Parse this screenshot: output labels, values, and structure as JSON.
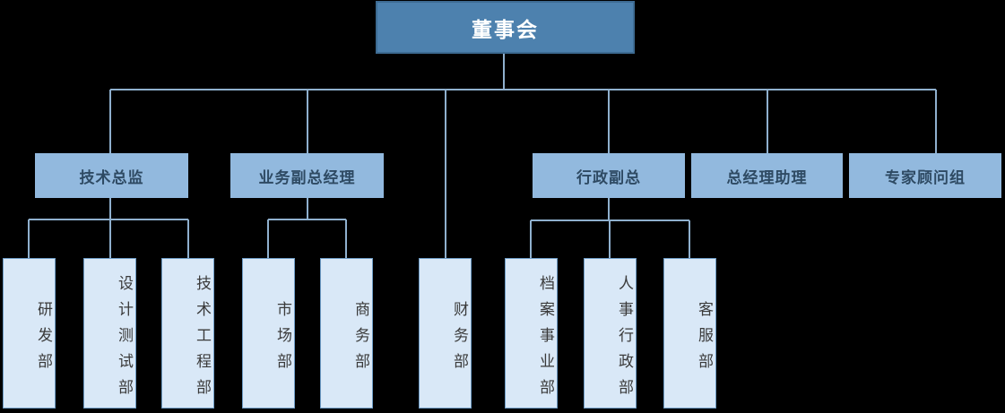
{
  "org": {
    "root": {
      "label": "董事会"
    },
    "branches": [
      {
        "label": "技术总监",
        "departments": [
          {
            "label": "研发部"
          },
          {
            "label": "设计测试部"
          },
          {
            "label": "技术工程部"
          }
        ]
      },
      {
        "label": "业务副总经理",
        "departments": [
          {
            "label": "市场部"
          },
          {
            "label": "商务部"
          }
        ]
      },
      {
        "label": "行政副总",
        "departments": [
          {
            "label": "档案事业部"
          },
          {
            "label": "人事行政部"
          },
          {
            "label": "客服部"
          }
        ]
      },
      {
        "label": "总经理助理",
        "departments": []
      },
      {
        "label": "专家顾问组",
        "departments": []
      }
    ],
    "root_departments": [
      {
        "label": "财务部"
      }
    ]
  },
  "colors": {
    "background": "#000000",
    "root_fill": "#4D81AE",
    "root_border": "#3D6B92",
    "root_text": "#FFFFFF",
    "branch_fill": "#92B9DE",
    "branch_text": "#2E4A63",
    "department_fill": "#D9E8F7",
    "department_border": "#6E9CC6",
    "department_text": "#3A3A3A",
    "connector": "#8FB0CE"
  }
}
